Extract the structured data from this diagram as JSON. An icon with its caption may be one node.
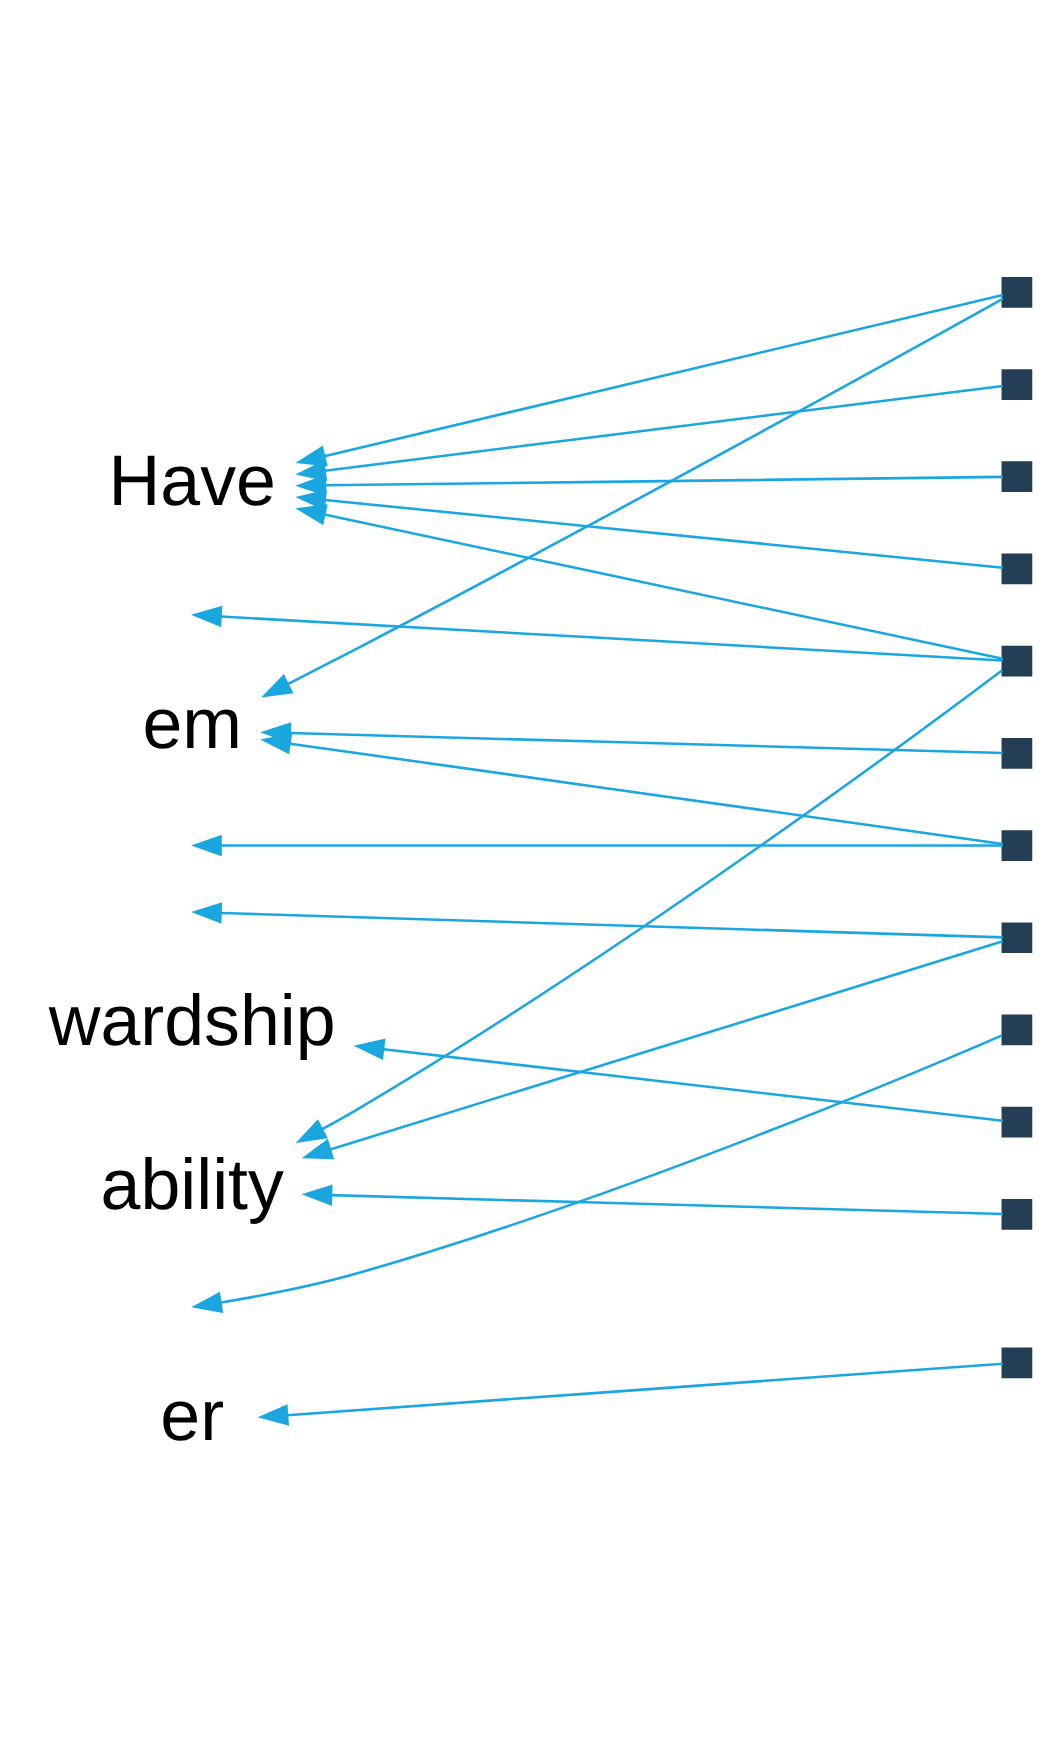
{
  "diagram": {
    "nodes": [
      {
        "text": [
          "Have"
        ]
      },
      {
        "text": [
          "em"
        ]
      },
      {
        "text": [
          "wardship"
        ]
      },
      {
        "text": [
          "ability"
        ]
      },
      {
        "text": [
          "er"
        ]
      },
      {
        "text": [],
        "shape": "box"
      },
      {
        "text": [],
        "shape": "box"
      },
      {
        "text": [],
        "shape": "box"
      },
      {
        "text": [],
        "shape": "box"
      },
      {
        "text": [],
        "shape": "box"
      },
      {
        "text": [],
        "shape": "box"
      },
      {
        "text": [],
        "shape": "box"
      },
      {
        "text": [],
        "shape": "box"
      },
      {
        "text": [],
        "shape": "box"
      },
      {
        "text": [],
        "shape": "box"
      },
      {
        "text": [],
        "shape": "box"
      },
      {
        "text": [],
        "shape": "box"
      }
    ],
    "edges": [
      {
        "from": 5,
        "to": 0,
        "arrow": "to"
      },
      {
        "from": 5,
        "to": 1,
        "arrow": "to"
      },
      {
        "from": 6,
        "to": 0,
        "arrow": "to"
      },
      {
        "from": 7,
        "to": 0,
        "arrow": "to"
      },
      {
        "from": 8,
        "to": 0,
        "arrow": "to"
      },
      {
        "from": 9,
        "to": 0,
        "arrow": "to"
      },
      {
        "from": 10,
        "to": 1,
        "arrow": "to"
      },
      {
        "from": 11,
        "to": 1,
        "arrow": "to"
      },
      {
        "from": 9,
        "to": null,
        "arrow": "to"
      },
      {
        "from": 11,
        "to": null,
        "arrow": "to"
      },
      {
        "from": 12,
        "to": null,
        "arrow": "to"
      },
      {
        "from": 13,
        "to": null,
        "arrow": "to"
      },
      {
        "from": 14,
        "to": 2,
        "arrow": "to"
      },
      {
        "from": 9,
        "to": 3,
        "arrow": "to"
      },
      {
        "from": 12,
        "to": 3,
        "arrow": "to"
      },
      {
        "from": 15,
        "to": 3,
        "arrow": "to"
      },
      {
        "from": 16,
        "to": 4,
        "arrow": "to"
      }
    ]
  }
}
